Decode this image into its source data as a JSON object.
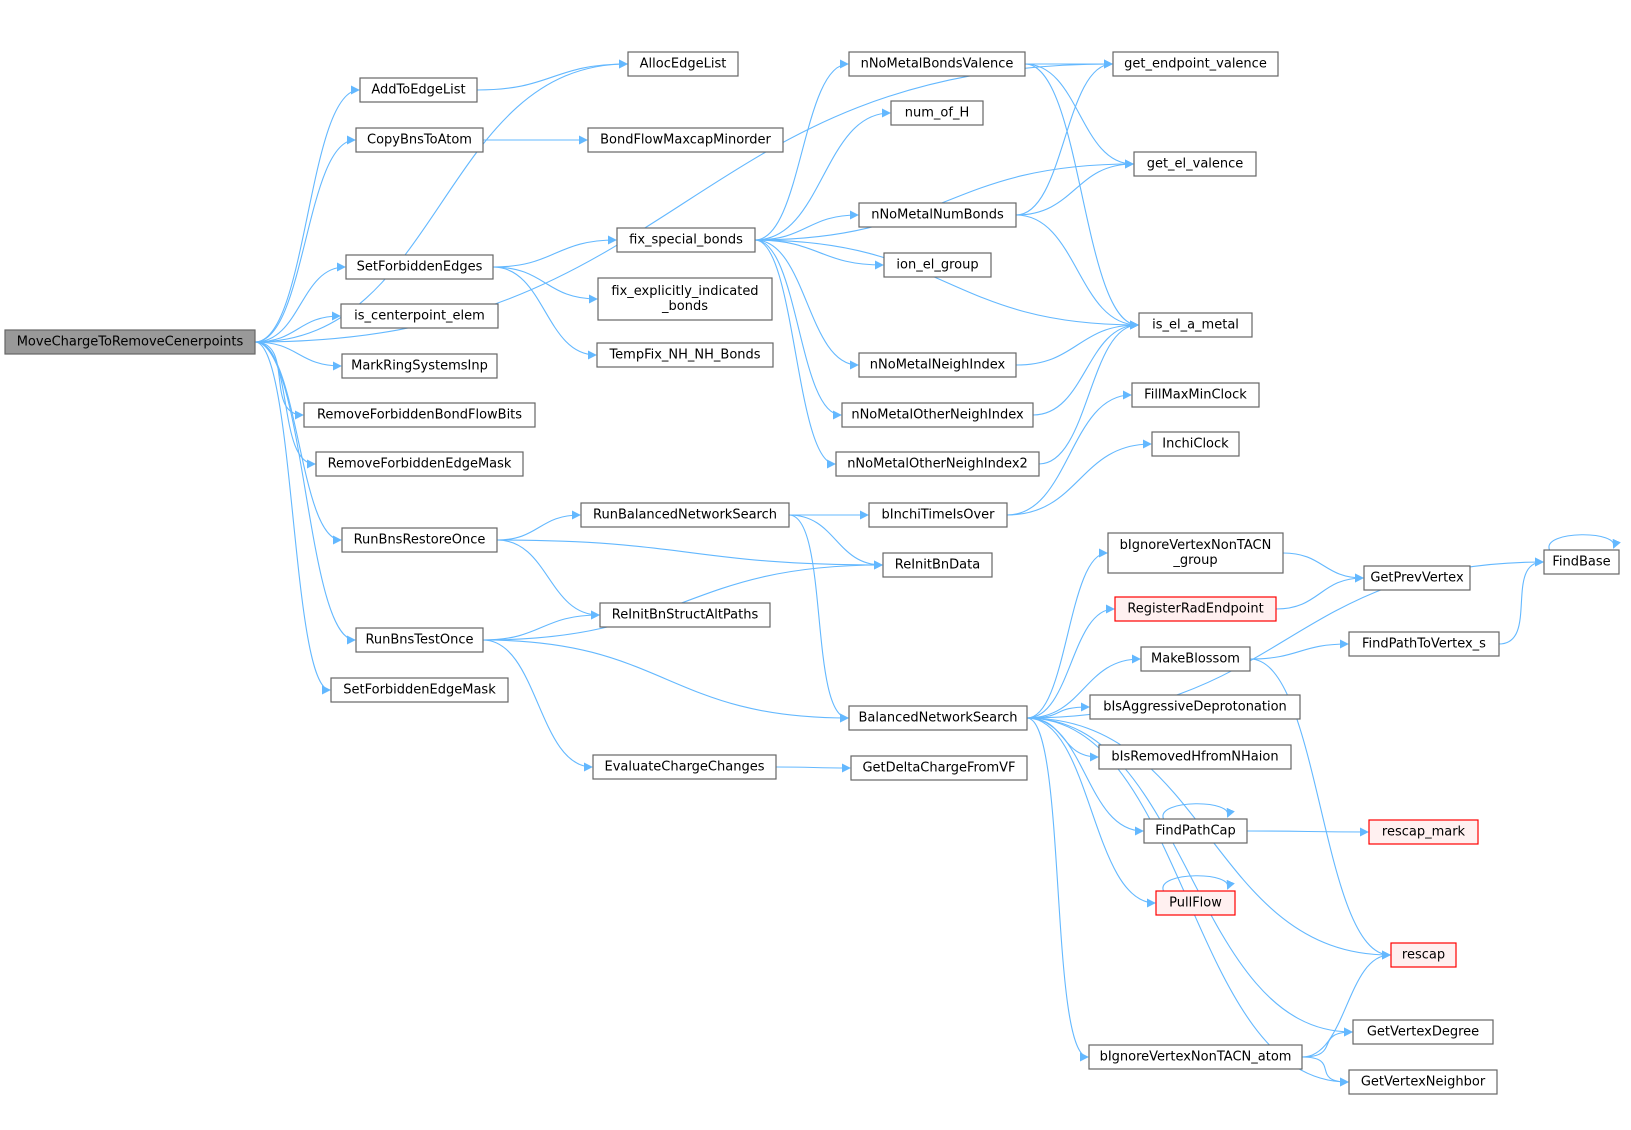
{
  "colors": {
    "edge": "#63b8ff",
    "node_border": "#666666",
    "root_fill": "#999999",
    "red_border": "#ff0000",
    "red_fill": "#fff0f0"
  },
  "nodes": {
    "MoveChargeToRemoveCenerpoints": "MoveChargeToRemoveCenerpoints",
    "AddToEdgeList": "AddToEdgeList",
    "AllocEdgeList": "AllocEdgeList",
    "CopyBnsToAtom": "CopyBnsToAtom",
    "BondFlowMaxcapMinorder": "BondFlowMaxcapMinorder",
    "SetForbiddenEdges": "SetForbiddenEdges",
    "is_centerpoint_elem": "is_centerpoint_elem",
    "MarkRingSystemsInp": "MarkRingSystemsInp",
    "RemoveForbiddenBondFlowBits": "RemoveForbiddenBondFlowBits",
    "RemoveForbiddenEdgeMask": "RemoveForbiddenEdgeMask",
    "RunBnsRestoreOnce": "RunBnsRestoreOnce",
    "RunBnsTestOnce": "RunBnsTestOnce",
    "SetForbiddenEdgeMask": "SetForbiddenEdgeMask",
    "fix_special_bonds": "fix_special_bonds",
    "fix_explicitly_indicated_bonds": [
      "fix_explicitly_indicated",
      "_bonds"
    ],
    "TempFix_NH_NH_Bonds": "TempFix_NH_NH_Bonds",
    "RunBalancedNetworkSearch": "RunBalancedNetworkSearch",
    "ReInitBnStructAltPaths": "ReInitBnStructAltPaths",
    "EvaluateChargeChanges": "EvaluateChargeChanges",
    "nNoMetalBondsValence": "nNoMetalBondsValence",
    "num_of_H": "num_of_H",
    "nNoMetalNumBonds": "nNoMetalNumBonds",
    "ion_el_group": "ion_el_group",
    "nNoMetalNeighIndex": "nNoMetalNeighIndex",
    "nNoMetalOtherNeighIndex": "nNoMetalOtherNeighIndex",
    "nNoMetalOtherNeighIndex2": "nNoMetalOtherNeighIndex2",
    "bInchiTimeIsOver": "bInchiTimeIsOver",
    "ReInitBnData": "ReInitBnData",
    "BalancedNetworkSearch": "BalancedNetworkSearch",
    "GetDeltaChargeFromVF": "GetDeltaChargeFromVF",
    "get_endpoint_valence": "get_endpoint_valence",
    "get_el_valence": "get_el_valence",
    "is_el_a_metal": "is_el_a_metal",
    "FillMaxMinClock": "FillMaxMinClock",
    "InchiClock": "InchiClock",
    "bIgnoreVertexNonTACN_group": [
      "bIgnoreVertexNonTACN",
      "_group"
    ],
    "RegisterRadEndpoint": "RegisterRadEndpoint",
    "MakeBlossom": "MakeBlossom",
    "bIsAggressiveDeprotonation": "bIsAggressiveDeprotonation",
    "bIsRemovedHfromNHaion": "bIsRemovedHfromNHaion",
    "FindPathCap": "FindPathCap",
    "PullFlow": "PullFlow",
    "bIgnoreVertexNonTACN_atom": "bIgnoreVertexNonTACN_atom",
    "GetPrevVertex": "GetPrevVertex",
    "FindPathToVertex_s": "FindPathToVertex_s",
    "rescap_mark": "rescap_mark",
    "rescap": "rescap",
    "GetVertexDegree": "GetVertexDegree",
    "GetVertexNeighbor": "GetVertexNeighbor",
    "FindBase": "FindBase"
  },
  "edges": [
    [
      "MoveChargeToRemoveCenerpoints",
      "AllocEdgeList"
    ],
    [
      "MoveChargeToRemoveCenerpoints",
      "AddToEdgeList"
    ],
    [
      "MoveChargeToRemoveCenerpoints",
      "CopyBnsToAtom"
    ],
    [
      "MoveChargeToRemoveCenerpoints",
      "get_endpoint_valence"
    ],
    [
      "MoveChargeToRemoveCenerpoints",
      "SetForbiddenEdges"
    ],
    [
      "MoveChargeToRemoveCenerpoints",
      "is_centerpoint_elem"
    ],
    [
      "MoveChargeToRemoveCenerpoints",
      "MarkRingSystemsInp"
    ],
    [
      "MoveChargeToRemoveCenerpoints",
      "RemoveForbiddenBondFlowBits"
    ],
    [
      "MoveChargeToRemoveCenerpoints",
      "RemoveForbiddenEdgeMask"
    ],
    [
      "MoveChargeToRemoveCenerpoints",
      "RunBnsRestoreOnce"
    ],
    [
      "MoveChargeToRemoveCenerpoints",
      "RunBnsTestOnce"
    ],
    [
      "MoveChargeToRemoveCenerpoints",
      "SetForbiddenEdgeMask"
    ],
    [
      "AddToEdgeList",
      "AllocEdgeList"
    ],
    [
      "CopyBnsToAtom",
      "BondFlowMaxcapMinorder"
    ],
    [
      "SetForbiddenEdges",
      "fix_special_bonds"
    ],
    [
      "SetForbiddenEdges",
      "fix_explicitly_indicated_bonds"
    ],
    [
      "SetForbiddenEdges",
      "TempFix_NH_NH_Bonds"
    ],
    [
      "fix_special_bonds",
      "nNoMetalBondsValence"
    ],
    [
      "fix_special_bonds",
      "num_of_H"
    ],
    [
      "fix_special_bonds",
      "get_el_valence"
    ],
    [
      "fix_special_bonds",
      "nNoMetalNumBonds"
    ],
    [
      "fix_special_bonds",
      "ion_el_group"
    ],
    [
      "fix_special_bonds",
      "is_el_a_metal"
    ],
    [
      "fix_special_bonds",
      "nNoMetalNeighIndex"
    ],
    [
      "fix_special_bonds",
      "nNoMetalOtherNeighIndex"
    ],
    [
      "fix_special_bonds",
      "nNoMetalOtherNeighIndex2"
    ],
    [
      "nNoMetalBondsValence",
      "get_endpoint_valence"
    ],
    [
      "nNoMetalBondsValence",
      "get_el_valence"
    ],
    [
      "nNoMetalBondsValence",
      "is_el_a_metal"
    ],
    [
      "nNoMetalNumBonds",
      "get_endpoint_valence"
    ],
    [
      "nNoMetalNumBonds",
      "get_el_valence"
    ],
    [
      "nNoMetalNumBonds",
      "is_el_a_metal"
    ],
    [
      "nNoMetalNeighIndex",
      "is_el_a_metal"
    ],
    [
      "nNoMetalOtherNeighIndex",
      "is_el_a_metal"
    ],
    [
      "nNoMetalOtherNeighIndex2",
      "is_el_a_metal"
    ],
    [
      "RunBnsRestoreOnce",
      "RunBalancedNetworkSearch"
    ],
    [
      "RunBnsRestoreOnce",
      "ReInitBnData"
    ],
    [
      "RunBnsRestoreOnce",
      "ReInitBnStructAltPaths"
    ],
    [
      "RunBalancedNetworkSearch",
      "bInchiTimeIsOver"
    ],
    [
      "RunBalancedNetworkSearch",
      "ReInitBnData"
    ],
    [
      "RunBalancedNetworkSearch",
      "BalancedNetworkSearch"
    ],
    [
      "bInchiTimeIsOver",
      "FillMaxMinClock"
    ],
    [
      "bInchiTimeIsOver",
      "InchiClock"
    ],
    [
      "RunBnsTestOnce",
      "ReInitBnStructAltPaths"
    ],
    [
      "RunBnsTestOnce",
      "ReInitBnData"
    ],
    [
      "RunBnsTestOnce",
      "BalancedNetworkSearch"
    ],
    [
      "RunBnsTestOnce",
      "EvaluateChargeChanges"
    ],
    [
      "EvaluateChargeChanges",
      "GetDeltaChargeFromVF"
    ],
    [
      "BalancedNetworkSearch",
      "FindBase"
    ],
    [
      "BalancedNetworkSearch",
      "bIgnoreVertexNonTACN_group"
    ],
    [
      "BalancedNetworkSearch",
      "RegisterRadEndpoint"
    ],
    [
      "BalancedNetworkSearch",
      "MakeBlossom"
    ],
    [
      "BalancedNetworkSearch",
      "bIsAggressiveDeprotonation"
    ],
    [
      "BalancedNetworkSearch",
      "bIsRemovedHfromNHaion"
    ],
    [
      "BalancedNetworkSearch",
      "FindPathCap"
    ],
    [
      "BalancedNetworkSearch",
      "PullFlow"
    ],
    [
      "BalancedNetworkSearch",
      "rescap"
    ],
    [
      "BalancedNetworkSearch",
      "GetVertexDegree"
    ],
    [
      "BalancedNetworkSearch",
      "bIgnoreVertexNonTACN_atom"
    ],
    [
      "BalancedNetworkSearch",
      "GetVertexNeighbor"
    ],
    [
      "bIgnoreVertexNonTACN_group",
      "GetPrevVertex"
    ],
    [
      "RegisterRadEndpoint",
      "GetPrevVertex"
    ],
    [
      "MakeBlossom",
      "FindPathToVertex_s"
    ],
    [
      "MakeBlossom",
      "rescap"
    ],
    [
      "FindPathToVertex_s",
      "FindBase"
    ],
    [
      "FindBase",
      "FindBase"
    ],
    [
      "FindPathCap",
      "FindPathCap"
    ],
    [
      "FindPathCap",
      "rescap_mark"
    ],
    [
      "PullFlow",
      "PullFlow"
    ],
    [
      "bIgnoreVertexNonTACN_atom",
      "rescap"
    ],
    [
      "bIgnoreVertexNonTACN_atom",
      "GetVertexDegree"
    ],
    [
      "bIgnoreVertexNonTACN_atom",
      "GetVertexNeighbor"
    ]
  ]
}
